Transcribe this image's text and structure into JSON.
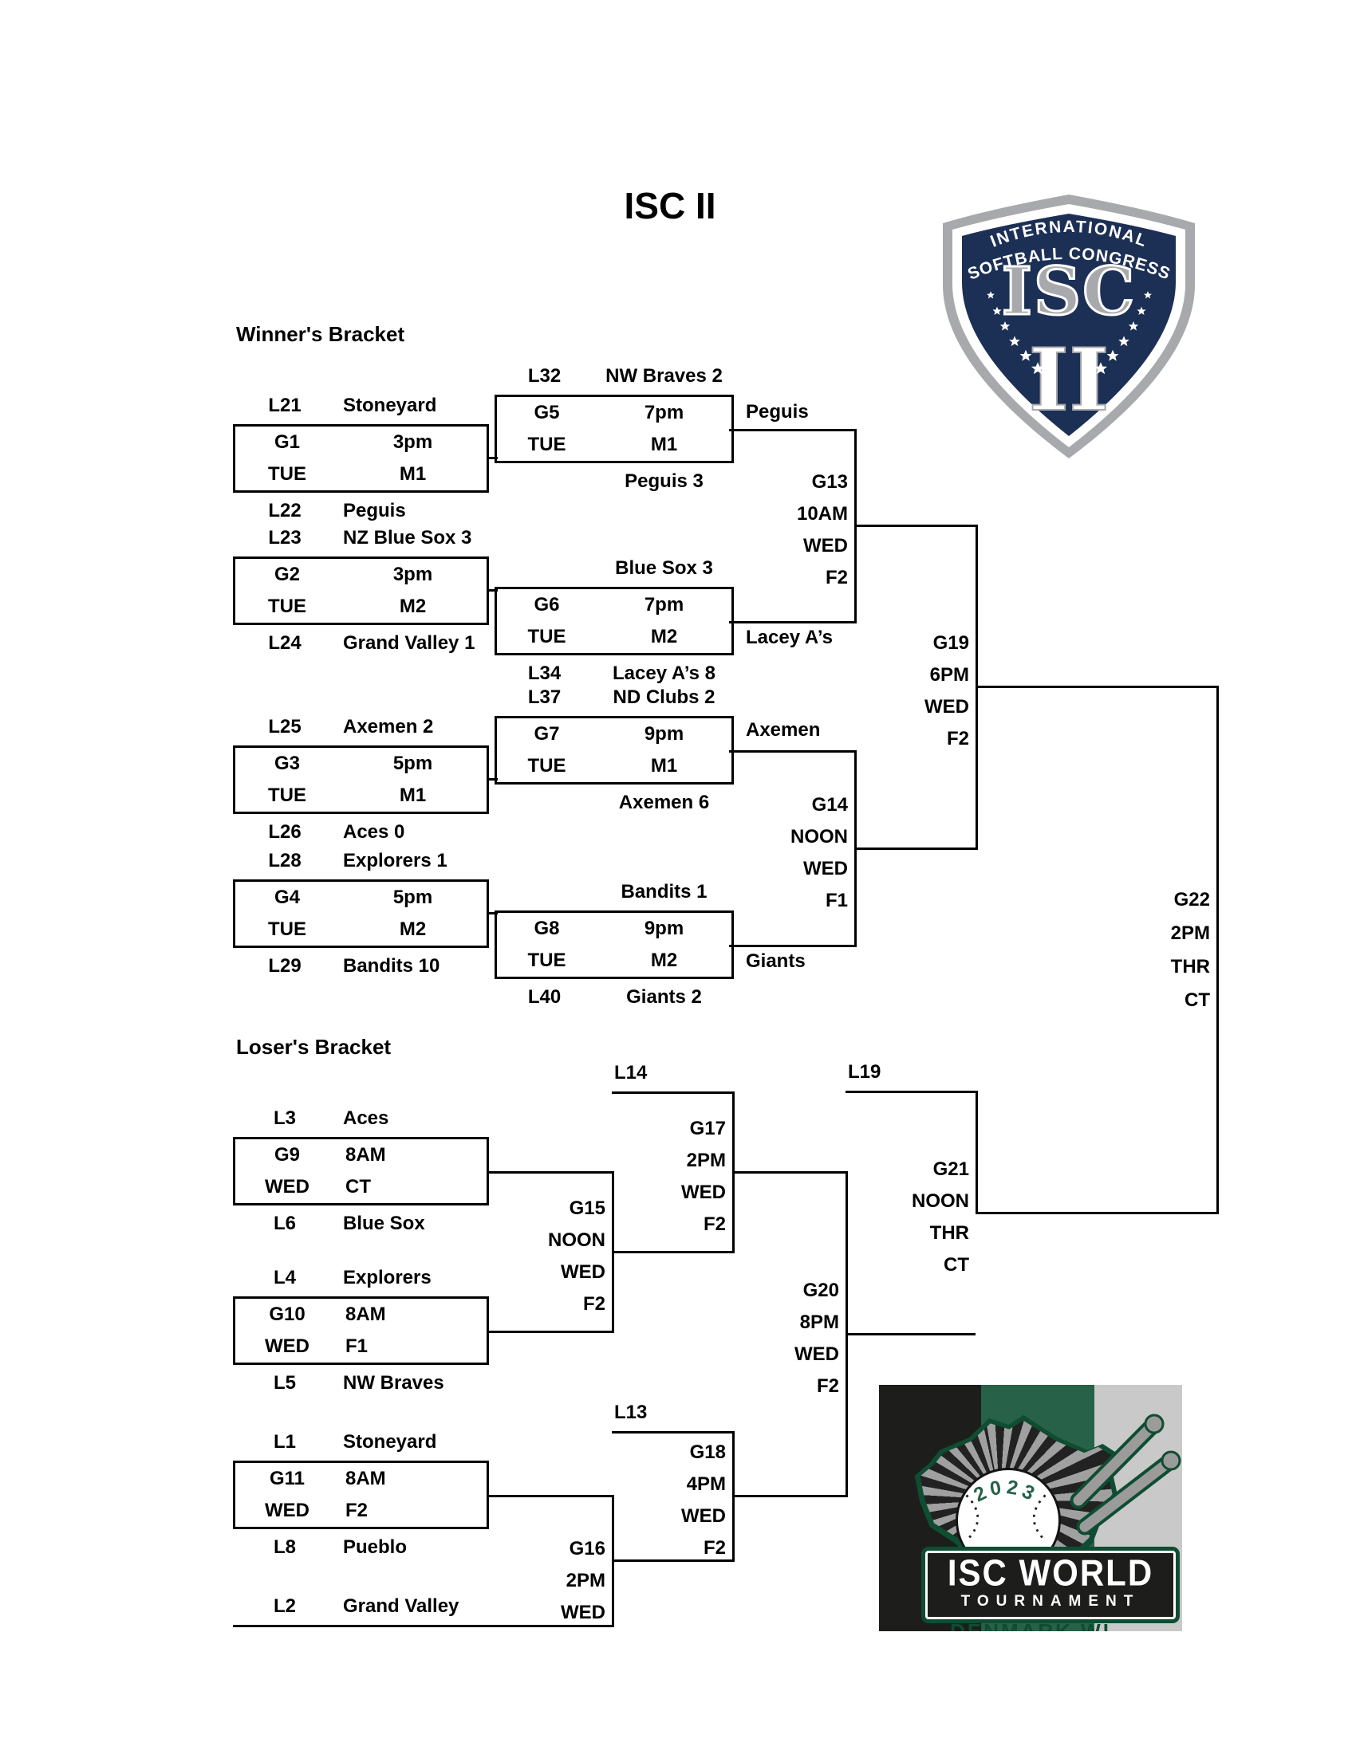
{
  "title": "ISC II",
  "sections": {
    "winners": "Winner's Bracket",
    "losers": "Loser's Bracket"
  },
  "games": {
    "g1": {
      "above_label": "L21",
      "above_name": "Stoneyard",
      "code": "G1",
      "time": "3pm",
      "day": "TUE",
      "field": "M1",
      "below_label": "L22",
      "below_name": "Peguis"
    },
    "g2": {
      "above_label": "L23",
      "above_name": "NZ Blue Sox 3",
      "code": "G2",
      "time": "3pm",
      "day": "TUE",
      "field": "M2",
      "below_label": "L24",
      "below_name": "Grand Valley 1"
    },
    "g3": {
      "above_label": "L25",
      "above_name": "Axemen 2",
      "code": "G3",
      "time": "5pm",
      "day": "TUE",
      "field": "M1",
      "below_label": "L26",
      "below_name": "Aces 0"
    },
    "g4": {
      "above_label": "L28",
      "above_name": "Explorers 1",
      "code": "G4",
      "time": "5pm",
      "day": "TUE",
      "field": "M2",
      "below_label": "L29",
      "below_name": "Bandits 10"
    },
    "g5": {
      "above_label": "L32",
      "above_name": "NW Braves 2",
      "code": "G5",
      "time": "7pm",
      "day": "TUE",
      "field": "M1",
      "below_label": "",
      "below_name": "Peguis 3"
    },
    "g6": {
      "above_label": "",
      "above_name": "Blue Sox 3",
      "code": "G6",
      "time": "7pm",
      "day": "TUE",
      "field": "M2",
      "below_label": "L34",
      "below_name": "Lacey A’s 8"
    },
    "g7": {
      "above_label": "L37",
      "above_name": "ND Clubs 2",
      "code": "G7",
      "time": "9pm",
      "day": "TUE",
      "field": "M1",
      "below_label": "",
      "below_name": "Axemen 6"
    },
    "g8": {
      "above_label": "",
      "above_name": "Bandits 1",
      "code": "G8",
      "time": "9pm",
      "day": "TUE",
      "field": "M2",
      "below_label": "L40",
      "below_name": "Giants 2"
    },
    "g9": {
      "above_label": "L3",
      "above_name": "Aces",
      "code": "G9",
      "time": "8AM",
      "day": "WED",
      "field": "CT",
      "below_label": "L6",
      "below_name": "Blue Sox"
    },
    "g10": {
      "above_label": "L4",
      "above_name": "Explorers",
      "code": "G10",
      "time": "8AM",
      "day": "WED",
      "field": "F1",
      "below_label": "L5",
      "below_name": "NW Braves"
    },
    "g11": {
      "above_label": "L1",
      "above_name": "Stoneyard",
      "code": "G11",
      "time": "8AM",
      "day": "WED",
      "field": "F2",
      "below_label": "L8",
      "below_name": "Pueblo"
    }
  },
  "feeder_l2": {
    "label": "L2",
    "name": "Grand Valley"
  },
  "columns": {
    "g13": {
      "code": "G13",
      "time": "10AM",
      "day": "WED",
      "field": "F2"
    },
    "g14": {
      "code": "G14",
      "time": "NOON",
      "day": "WED",
      "field": "F1"
    },
    "g15": {
      "code": "G15",
      "time": "NOON",
      "day": "WED",
      "field": "F2"
    },
    "g16": {
      "code": "G16",
      "time": "2PM",
      "day": "WED"
    },
    "g17": {
      "code": "G17",
      "time": "2PM",
      "day": "WED",
      "field": "F2"
    },
    "g18": {
      "code": "G18",
      "time": "4PM",
      "day": "WED",
      "field": "F2"
    },
    "g19": {
      "code": "G19",
      "time": "6PM",
      "day": "WED",
      "field": "F2"
    },
    "g20": {
      "code": "G20",
      "time": "8PM",
      "day": "WED",
      "field": "F2"
    },
    "g21": {
      "code": "G21",
      "time": "NOON",
      "day": "THR",
      "field": "CT"
    },
    "g22": {
      "code": "G22",
      "time": "2PM",
      "day": "THR",
      "field": "CT"
    }
  },
  "advancers": {
    "g5": "Peguis",
    "g6": "Lacey A’s",
    "g7": "Axemen",
    "g8": "Giants"
  },
  "drop_labels": {
    "l14": "L14",
    "l13": "L13",
    "l19": "L19"
  },
  "shield_logo": {
    "arc1": "INTERNATIONAL",
    "arc2": "SOFTBALL CONGRESS",
    "monogram": "ISC",
    "numeral": "II",
    "navy": "#1c2f55",
    "silver": "#a7a9ac"
  },
  "world_logo": {
    "year": "2023",
    "line1": "ISC WORLD",
    "line2": "TOURNAMENT",
    "line3": "DENMARK WI",
    "green": "#0f4d33",
    "black": "#1d1d1b",
    "gray": "#c9c9c9"
  }
}
